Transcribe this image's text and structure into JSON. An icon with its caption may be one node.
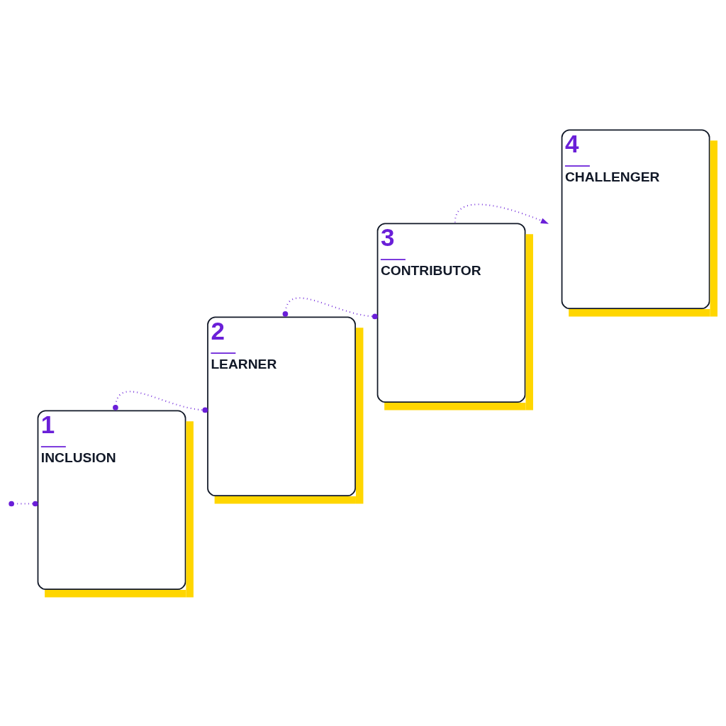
{
  "diagram": {
    "nodes": [
      {
        "text": [
          "1",
          "INCLUSION"
        ]
      },
      {
        "text": [
          "2",
          "LEARNER"
        ]
      },
      {
        "text": [
          "3",
          "CONTRIBUTOR"
        ]
      },
      {
        "text": [
          "4",
          "CHALLENGER"
        ]
      }
    ],
    "edges": [
      {
        "from": null,
        "to": 0,
        "arrow": "other",
        "style": "dashed"
      },
      {
        "from": 0,
        "to": 1,
        "arrow": "other",
        "style": "dashed"
      },
      {
        "from": 1,
        "to": 2,
        "arrow": "other",
        "style": "dashed"
      },
      {
        "from": 2,
        "to": null,
        "arrow": "to",
        "style": "dashed"
      }
    ]
  }
}
